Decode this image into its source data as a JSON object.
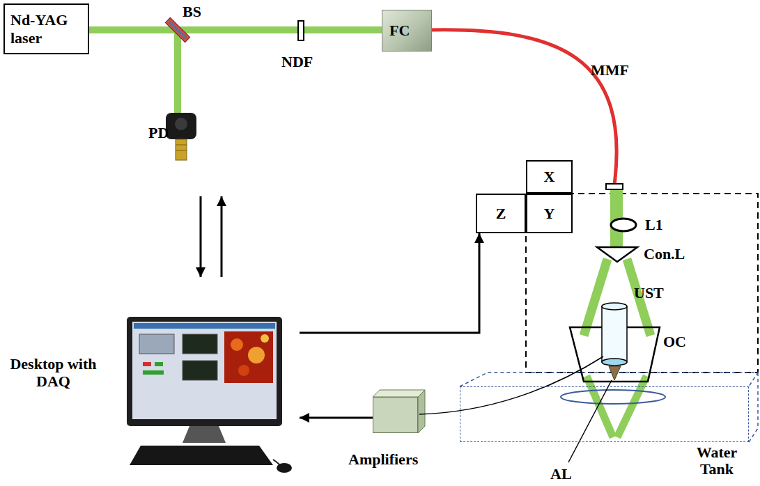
{
  "diagram": {
    "nodes": [
      {
        "text": [
          "Nd-YAG laser"
        ]
      },
      {
        "text": [
          "FC"
        ]
      },
      {
        "text": [
          "PD"
        ]
      },
      {
        "text": [
          "X"
        ]
      },
      {
        "text": [
          "Z"
        ]
      },
      {
        "text": [
          "Y"
        ]
      },
      {
        "text": [
          "Desktop with DAQ"
        ]
      },
      {
        "text": [
          "Amplifiers"
        ]
      },
      {
        "text": [
          "Water Tank"
        ]
      }
    ],
    "edges": [
      {
        "from": 2,
        "to": 6,
        "arrow": "to"
      },
      {
        "from": 6,
        "to": 2,
        "arrow": "to"
      },
      {
        "from": 6,
        "to": 4,
        "arrow": "to"
      },
      {
        "from": 7,
        "to": 6,
        "arrow": "to"
      }
    ],
    "labels": [
      "BS",
      "NDF",
      "MMF",
      "L1",
      "Con.L",
      "UST",
      "OC",
      "AL"
    ]
  }
}
